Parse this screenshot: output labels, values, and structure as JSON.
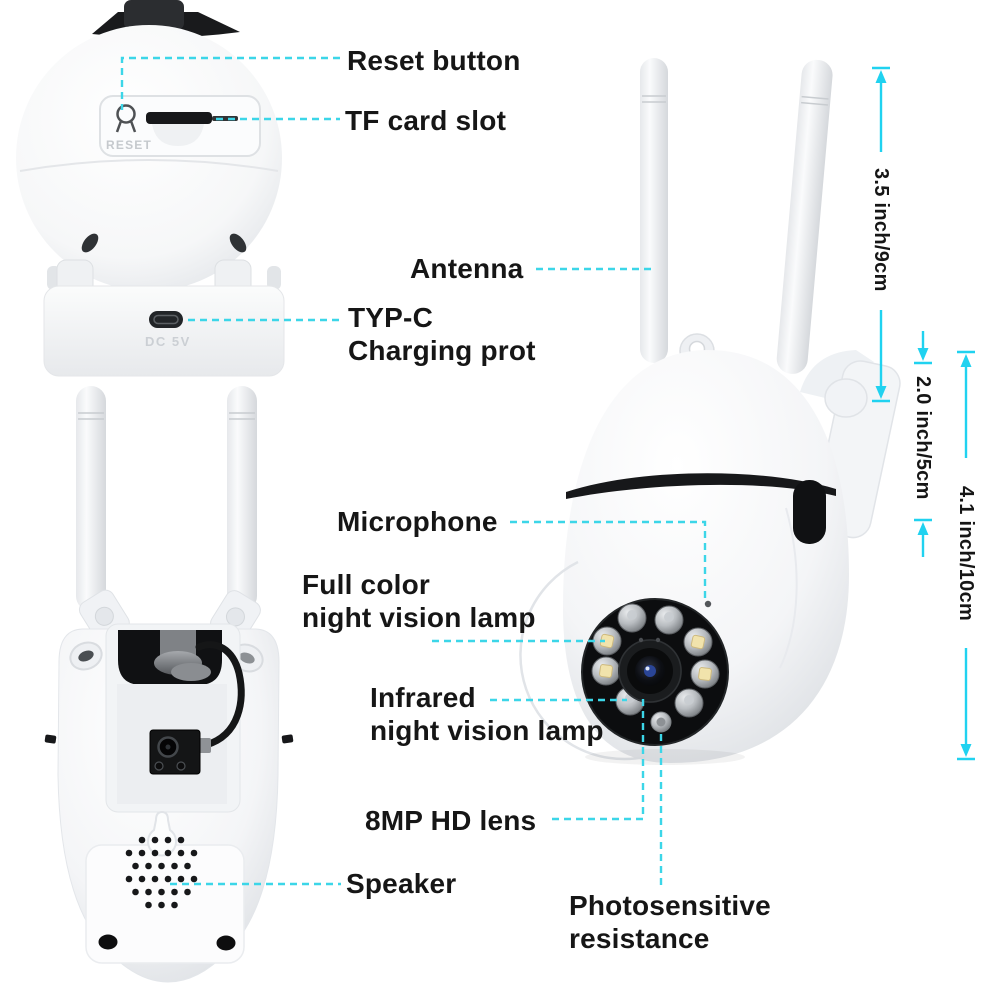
{
  "labels": {
    "reset_button": "Reset button",
    "tf_card_slot": "TF card slot",
    "antenna": "Antenna",
    "typc_line1": "TYP-C",
    "typc_line2": "Charging prot",
    "microphone": "Microphone",
    "full_color_line1": "Full color",
    "full_color_line2": "night vision lamp",
    "infrared_line1": "Infrared",
    "infrared_line2": "night vision lamp",
    "lens_8mp": "8MP HD lens",
    "speaker": "Speaker",
    "photosensitive_line1": "Photosensitive",
    "photosensitive_line2": "resistance"
  },
  "dimensions": {
    "antenna_length": "3.5 inch/9cm",
    "head_height": "2.0 inch/5cm",
    "total_height": "4.1 inch/10cm"
  },
  "markings": {
    "reset": "RESET",
    "power_port": "DC 5V"
  },
  "colors": {
    "background": "#ffffff",
    "label_text": "#161616",
    "callout_line": "#3cd6e8",
    "dimension_line": "#20d2f0",
    "marking_text": "#c5c9cd",
    "led_chip": "#f1e3ac"
  }
}
